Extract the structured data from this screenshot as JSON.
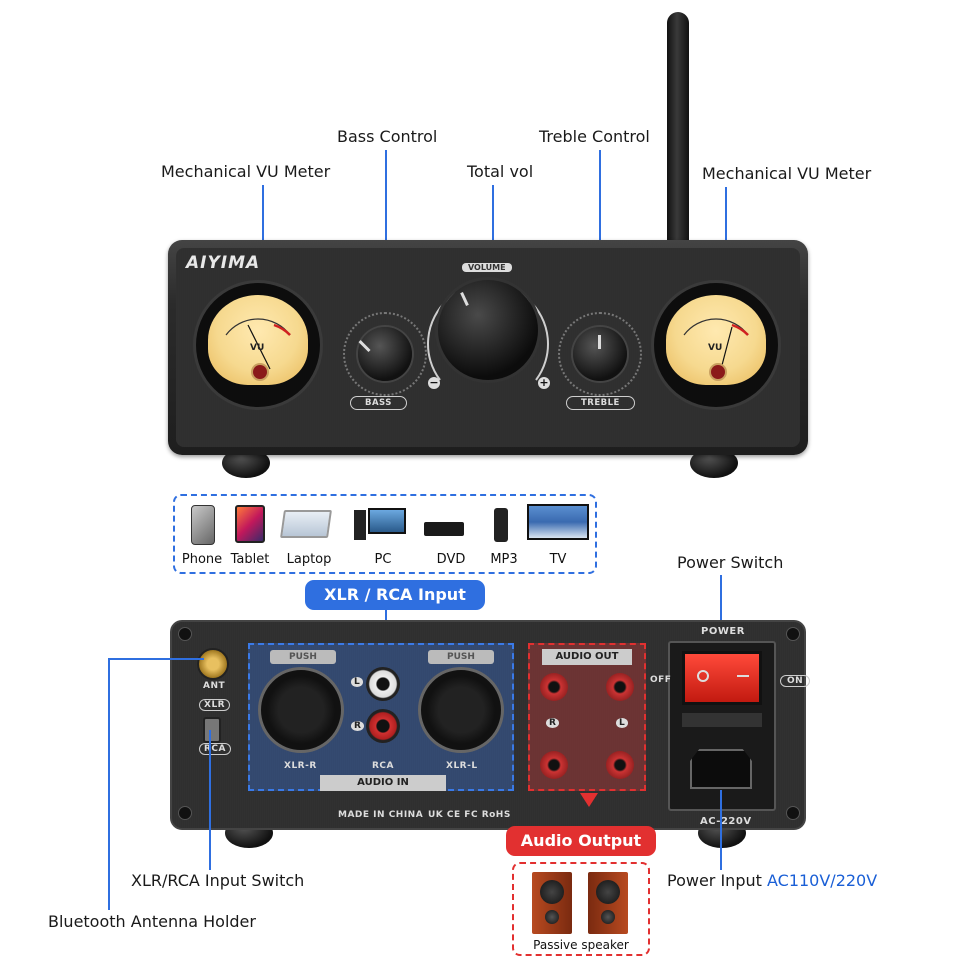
{
  "brand": "AIYIMA",
  "front_panel": {
    "vol_ring_label": "VOLUME",
    "bass_label": "BASS",
    "treble_label": "TREBLE",
    "minus": "−",
    "plus": "+",
    "vu_text": "VU"
  },
  "callouts": {
    "vu_left": "Mechanical VU Meter",
    "bass": "Bass Control",
    "total_vol": "Total vol",
    "treble": "Treble Control",
    "vu_right": "Mechanical VU Meter",
    "power_switch": "Power Switch",
    "xlr_rca_switch": "XLR/RCA Input Switch",
    "antenna_holder": "Bluetooth Antenna Holder",
    "power_input": "Power Input",
    "power_input_voltage": "AC110V/220V"
  },
  "sources": {
    "items": [
      "Phone",
      "Tablet",
      "Laptop",
      "PC",
      "DVD",
      "MP3",
      "TV"
    ]
  },
  "input_badge": "XLR / RCA Input",
  "output_badge": "Audio Output",
  "speaker_caption": "Passive speaker",
  "rear_panel": {
    "ant": "ANT",
    "xlr": "XLR",
    "rca": "RCA",
    "push_left": "PUSH",
    "push_right": "PUSH",
    "xlr_r": "XLR-R",
    "rca_mid": "RCA",
    "xlr_l": "XLR-L",
    "audio_in": "AUDIO IN",
    "audio_out": "AUDIO OUT",
    "power": "POWER",
    "off": "OFF",
    "on": "ON",
    "ac": "AC-220V",
    "made_in": "MADE IN CHINA",
    "certs": "UK CE FC RoHS",
    "ch_l": "L",
    "ch_r": "R"
  },
  "colors": {
    "callout_blue": "#2f6fe0",
    "output_red": "#e23030",
    "chassis": "#2b2b2b",
    "vu_face": "#f6d98f"
  }
}
